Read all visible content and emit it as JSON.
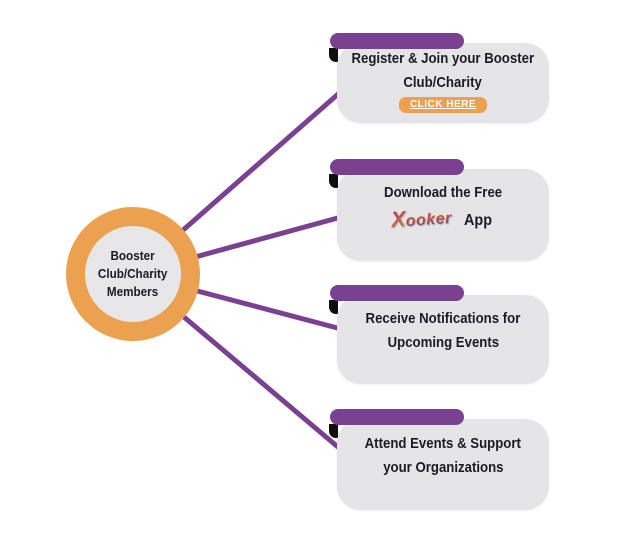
{
  "colors": {
    "orange": "#EBA14F",
    "purple": "#7A4190",
    "card_bg": "#E5E4E7",
    "node_bg": "#E7E6E9",
    "black_accent": "#0E0E0E",
    "text": "#1B1B26"
  },
  "center_node": {
    "lines": [
      "Booster",
      "Club/Charity",
      "Members"
    ]
  },
  "cards": [
    {
      "id": "register",
      "lines": [
        "Register & Join your Booster",
        "Club/Charity"
      ],
      "button": "CLICK HERE"
    },
    {
      "id": "download-app",
      "lines": [
        "Download the Free"
      ],
      "logo_text": "Xooker",
      "logo_x": "X",
      "logo_rest": "ooker",
      "after_logo": "App"
    },
    {
      "id": "notifications",
      "lines": [
        "Receive Notifications for",
        "Upcoming Events"
      ]
    },
    {
      "id": "attend-events",
      "lines": [
        "Attend Events & Support",
        "your Organizations"
      ]
    }
  ]
}
